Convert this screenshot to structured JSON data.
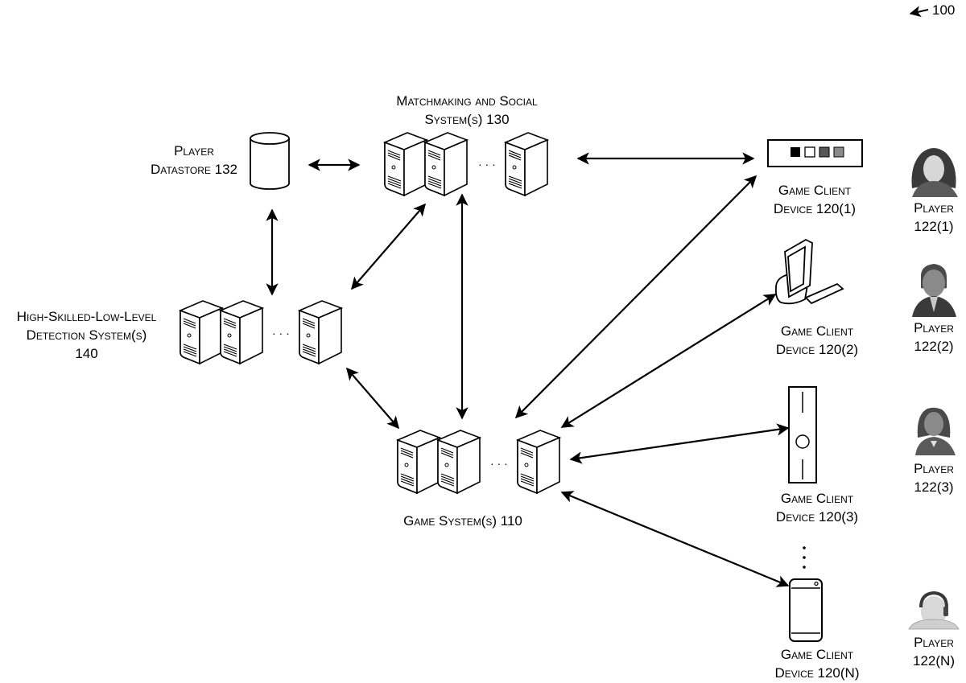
{
  "figure": {
    "reference_number": "100"
  },
  "nodes": {
    "matchmaking": {
      "line1": "Matchmaking and Social",
      "line2": "System(s) 130"
    },
    "datastore": {
      "line1": "Player",
      "line2": "Datastore 132"
    },
    "detection": {
      "line1": "High-Skilled-Low-Level",
      "line2": "Detection System(s)",
      "line3": "140"
    },
    "game_system": {
      "line1": "Game System(s) 110"
    },
    "ellipsis": "· · ·"
  },
  "clients": [
    {
      "line1": "Game Client",
      "line2": "Device 120(1)",
      "device": "game-console"
    },
    {
      "line1": "Game Client",
      "line2": "Device 120(2)",
      "device": "desktop-computer"
    },
    {
      "line1": "Game Client",
      "line2": "Device 120(3)",
      "device": "handheld-controller"
    },
    {
      "line1": "Game Client",
      "line2": "Device 120(N)",
      "device": "mobile-phone"
    }
  ],
  "players": [
    {
      "line1": "Player",
      "line2": "122(1)",
      "avatar": "female-player"
    },
    {
      "line1": "Player",
      "line2": "122(2)",
      "avatar": "male-player"
    },
    {
      "line1": "Player",
      "line2": "122(3)",
      "avatar": "female-player"
    },
    {
      "line1": "Player",
      "line2": "122(N)",
      "avatar": "headset-player"
    }
  ],
  "colors": {
    "stroke": "#000000",
    "background": "#ffffff",
    "avatar_dark": "#3a3a3a",
    "avatar_mid": "#6e6e6e",
    "avatar_light": "#bdbdbd"
  }
}
